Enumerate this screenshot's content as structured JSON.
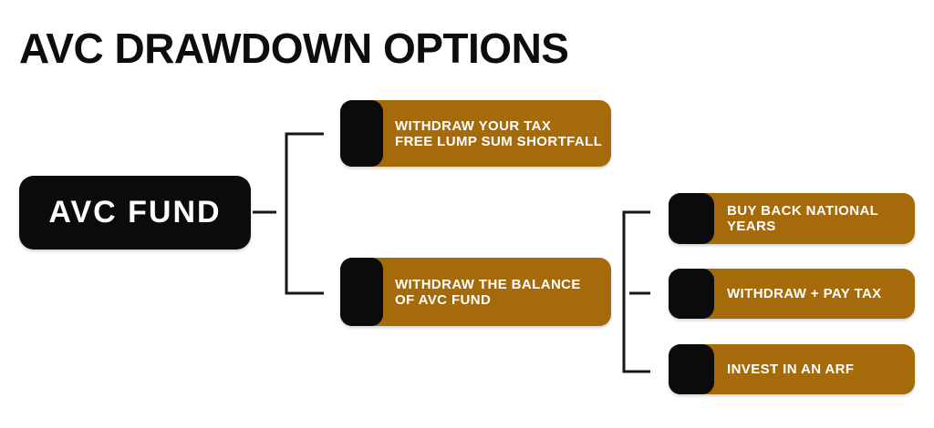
{
  "title": "AVC DRAWDOWN OPTIONS",
  "colors": {
    "accent_gold": "#A56A0A",
    "node_black": "#0B0B0B",
    "node_text": "#FFFFFF",
    "connector_line": "#161616",
    "background": "#FFFFFF"
  },
  "tree": {
    "root": {
      "label": "AVC FUND"
    },
    "branches": [
      {
        "lines": [
          "WITHDRAW YOUR TAX",
          "FREE LUMP SUM SHORTFALL"
        ]
      },
      {
        "lines": [
          "WITHDRAW THE BALANCE",
          "OF AVC FUND"
        ]
      }
    ],
    "leaves": [
      {
        "lines": [
          "BUY BACK NATIONAL",
          "YEARS"
        ]
      },
      {
        "lines": [
          "WITHDRAW + PAY TAX"
        ]
      },
      {
        "lines": [
          "INVEST IN AN ARF"
        ]
      }
    ]
  }
}
